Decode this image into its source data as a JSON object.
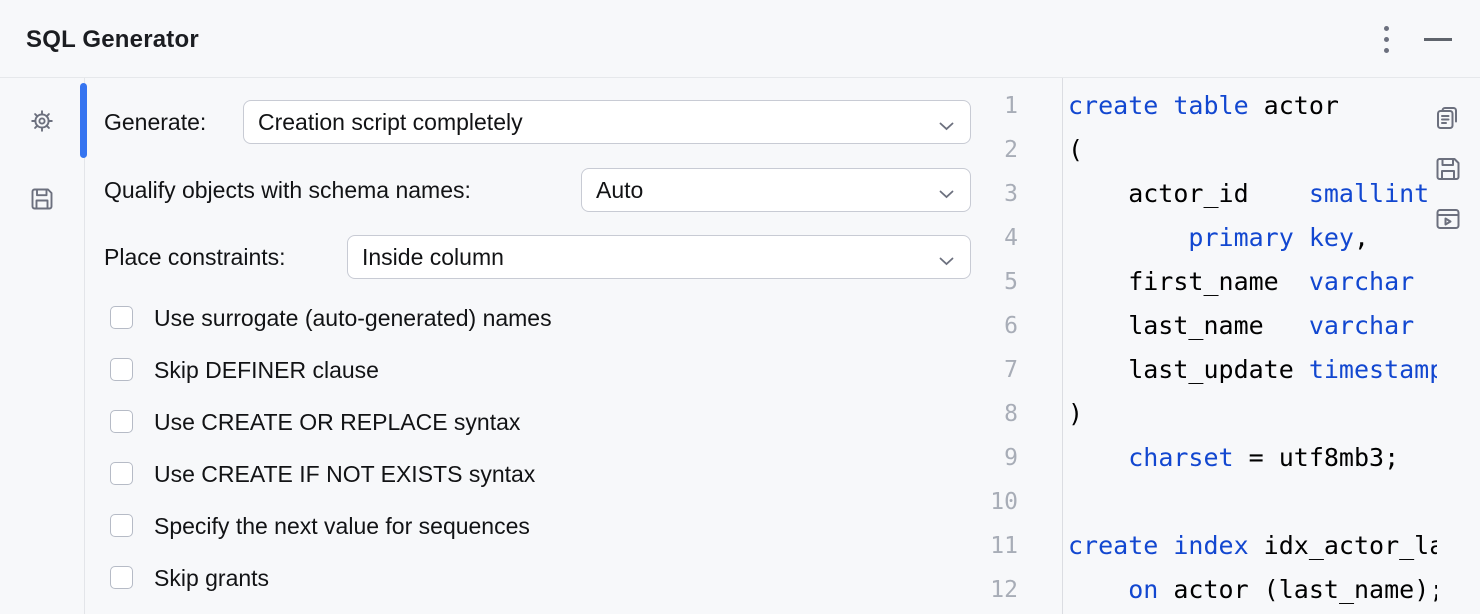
{
  "header": {
    "title": "SQL Generator"
  },
  "window_controls": {
    "more_tooltip": "more-options",
    "minimize_tooltip": "minimize"
  },
  "toolstrip": {
    "items": [
      {
        "icon": "gear-icon"
      },
      {
        "icon": "save-icon"
      }
    ]
  },
  "form": {
    "rows": [
      {
        "label": "Generate:",
        "value": "Creation script completely"
      },
      {
        "label": "Qualify objects with schema names:",
        "value": "Auto"
      },
      {
        "label": "Place constraints:",
        "value": "Inside column"
      }
    ],
    "checkboxes": [
      {
        "label": "Use surrogate (auto-generated) names",
        "checked": false
      },
      {
        "label": "Skip DEFINER clause",
        "checked": false
      },
      {
        "label": "Use CREATE OR REPLACE syntax",
        "checked": false
      },
      {
        "label": "Use CREATE IF NOT EXISTS syntax",
        "checked": false
      },
      {
        "label": "Specify the next value for sequences",
        "checked": false
      },
      {
        "label": "Skip grants",
        "checked": false
      }
    ]
  },
  "editor": {
    "lines": [
      {
        "num": "1",
        "segments": [
          {
            "c": "k",
            "t": "create table "
          },
          {
            "c": "p",
            "t": "actor"
          }
        ]
      },
      {
        "num": "2",
        "segments": [
          {
            "c": "p",
            "t": "("
          }
        ]
      },
      {
        "num": "3",
        "segments": [
          {
            "c": "p",
            "t": "    actor_id    "
          },
          {
            "c": "k",
            "t": "smallint"
          }
        ]
      },
      {
        "num": "4",
        "segments": [
          {
            "c": "p",
            "t": "        "
          },
          {
            "c": "k",
            "t": "primary key"
          },
          {
            "c": "p",
            "t": ","
          }
        ]
      },
      {
        "num": "5",
        "segments": [
          {
            "c": "p",
            "t": "    first_name  "
          },
          {
            "c": "k",
            "t": "varchar"
          }
        ]
      },
      {
        "num": "6",
        "segments": [
          {
            "c": "p",
            "t": "    last_name   "
          },
          {
            "c": "k",
            "t": "varchar"
          }
        ]
      },
      {
        "num": "7",
        "segments": [
          {
            "c": "p",
            "t": "    last_update "
          },
          {
            "c": "k",
            "t": "timestamp"
          }
        ]
      },
      {
        "num": "8",
        "segments": [
          {
            "c": "p",
            "t": ")"
          }
        ]
      },
      {
        "num": "9",
        "segments": [
          {
            "c": "p",
            "t": "    "
          },
          {
            "c": "k",
            "t": "charset"
          },
          {
            "c": "p",
            "t": " = utf8mb3;"
          }
        ]
      },
      {
        "num": "10",
        "segments": []
      },
      {
        "num": "11",
        "segments": [
          {
            "c": "k",
            "t": "create index "
          },
          {
            "c": "p",
            "t": "idx_actor_last_name"
          }
        ]
      },
      {
        "num": "12",
        "segments": [
          {
            "c": "p",
            "t": "    "
          },
          {
            "c": "k",
            "t": "on"
          },
          {
            "c": "p",
            "t": " actor (last_name);"
          }
        ]
      }
    ],
    "actions": [
      {
        "icon": "copy-icon"
      },
      {
        "icon": "save-icon"
      },
      {
        "icon": "open-in-console-icon"
      }
    ]
  },
  "colors": {
    "background": "#F7F8FA",
    "accent_blue": "#3574F0",
    "keyword_blue": "#1247D0",
    "line_number_gray": "#A8ADB7",
    "icon_gray": "#6C707E",
    "border_gray": "#C8CBD4"
  }
}
